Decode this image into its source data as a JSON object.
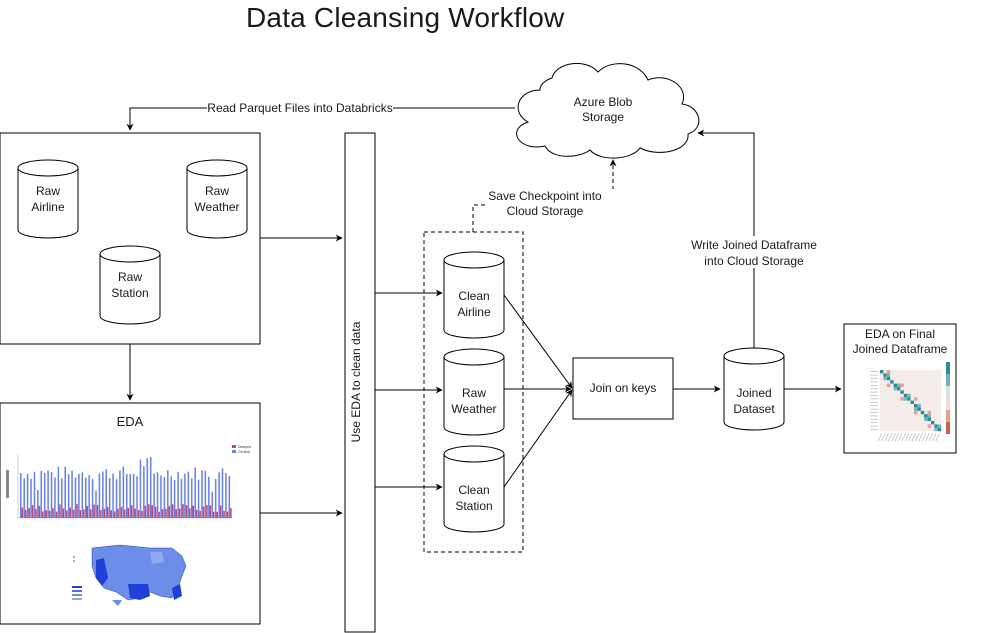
{
  "title": "Data Cleansing Workflow",
  "nodes": {
    "cloud": {
      "line1": "Azure Blob",
      "line2": "Storage"
    },
    "raw_airline": {
      "line1": "Raw",
      "line2": "Airline"
    },
    "raw_weather_top": {
      "line1": "Raw",
      "line2": "Weather"
    },
    "raw_station": {
      "line1": "Raw",
      "line2": "Station"
    },
    "eda_panel": {
      "title": "EDA"
    },
    "vertical_bar": {
      "label": "Use EDA to clean data"
    },
    "clean_airline": {
      "line1": "Clean",
      "line2": "Airline"
    },
    "raw_weather_mid": {
      "line1": "Raw",
      "line2": "Weather"
    },
    "clean_station": {
      "line1": "Clean",
      "line2": "Station"
    },
    "join": {
      "label": "Join on keys"
    },
    "joined": {
      "line1": "Joined",
      "line2": "Dataset"
    },
    "final_eda": {
      "line1": "EDA on Final",
      "line2": "Joined Dataframe"
    }
  },
  "edges": {
    "read_parquet": "Read Parquet Files into Databricks",
    "checkpoint": {
      "line1": "Save Checkpoint into",
      "line2": "Cloud Storage"
    },
    "write_joined": {
      "line1": "Write Joined Dataframe",
      "line2": "into Cloud Storage"
    }
  },
  "chart_legend": {
    "series_a": "Delayed",
    "series_b": "On time"
  },
  "colors": {
    "bar_blue": "#6b83e8",
    "bar_red": "#c04a6e",
    "map_dark": "#1f3fd6",
    "map_light": "#6d8ee8",
    "heat_teal": "#2c8a9a",
    "heat_salmon": "#e3a28f"
  }
}
